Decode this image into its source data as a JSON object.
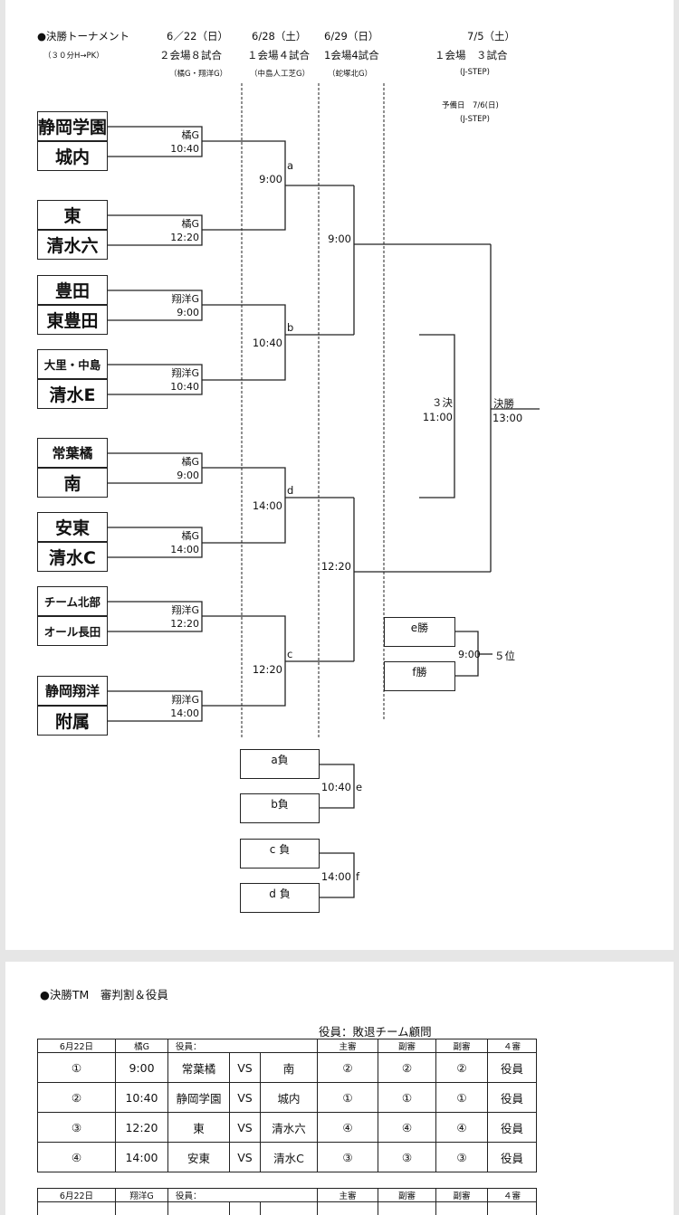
{
  "header": {
    "title": "●決勝トーナメント",
    "rule": "（３０分H→PK）",
    "d1": {
      "date": "6／22（日）",
      "games": "２会場８試合",
      "venue": "（橘G・翔洋G）"
    },
    "d2": {
      "date": "6/28（土）",
      "games": "１会場４試合",
      "venue": "（中島人工芝G）"
    },
    "d3": {
      "date": "6/29（日）",
      "games": "1会場4試合",
      "venue": "（蛇塚北G）"
    },
    "d4": {
      "date": "7/5（土）",
      "games": "１会場　３試合",
      "venue": "(J-STEP)"
    },
    "reserve": "予備日　7/6(日)",
    "reserve_venue": "(J-STEP)"
  },
  "teams": [
    "静岡学園",
    "城内",
    "東",
    "清水六",
    "豊田",
    "東豊田",
    "大里・中島",
    "清水E",
    "常葉橘",
    "南",
    "安東",
    "清水C",
    "チーム北部",
    "オール長田",
    "静岡翔洋",
    "附属"
  ],
  "r1": [
    {
      "venue": "橘G",
      "time": "10:40"
    },
    {
      "venue": "橘G",
      "time": "12:20"
    },
    {
      "venue": "翔洋G",
      "time": "9:00"
    },
    {
      "venue": "翔洋G",
      "time": "10:40"
    },
    {
      "venue": "橘G",
      "time": "9:00"
    },
    {
      "venue": "橘G",
      "time": "14:00"
    },
    {
      "venue": "翔洋G",
      "time": "12:20"
    },
    {
      "venue": "翔洋G",
      "time": "14:00"
    }
  ],
  "r2": [
    {
      "label": "a",
      "time": "9:00"
    },
    {
      "label": "b",
      "time": "10:40"
    },
    {
      "label": "d",
      "time": "14:00"
    },
    {
      "label": "c",
      "time": "12:20"
    }
  ],
  "sf": [
    {
      "time": "9:00"
    },
    {
      "time": "12:20"
    }
  ],
  "final": {
    "label": "決勝",
    "time": "13:00"
  },
  "third": {
    "label": "３決",
    "time": "11:00"
  },
  "fifth": {
    "e": "e勝",
    "f": "f勝",
    "time": "9:00",
    "label": "５位"
  },
  "losers": [
    {
      "a": "a負",
      "b": "b負",
      "time": "10:40",
      "label": "e"
    },
    {
      "a": "c 負",
      "b": "d 負",
      "time": "14:00",
      "label": "f"
    }
  ],
  "referee": {
    "title": "●決勝TM　審判割＆役員",
    "note": "役員：敗退チーム顧問",
    "t1": {
      "date": "6月22日",
      "venue": "橘G",
      "yakuin": "役員：",
      "shu": "主審",
      "fuku1": "副審",
      "fuku2": "副審",
      "yon": "４審",
      "rows": [
        {
          "no": "①",
          "time": "9:00",
          "home": "常葉橘",
          "vs": "VS",
          "away": "南",
          "r1": "②",
          "r2": "②",
          "r3": "②",
          "r4": "役員"
        },
        {
          "no": "②",
          "time": "10:40",
          "home": "静岡学園",
          "vs": "VS",
          "away": "城内",
          "r1": "①",
          "r2": "①",
          "r3": "①",
          "r4": "役員"
        },
        {
          "no": "③",
          "time": "12:20",
          "home": "東",
          "vs": "VS",
          "away": "清水六",
          "r1": "④",
          "r2": "④",
          "r3": "④",
          "r4": "役員"
        },
        {
          "no": "④",
          "time": "14:00",
          "home": "安東",
          "vs": "VS",
          "away": "清水C",
          "r1": "③",
          "r2": "③",
          "r3": "③",
          "r4": "役員"
        }
      ]
    },
    "t2": {
      "date": "6月22日",
      "venue": "翔洋G",
      "yakuin": "役員：",
      "shu": "主審",
      "fuku1": "副審",
      "fuku2": "副審",
      "yon": "４審"
    }
  }
}
